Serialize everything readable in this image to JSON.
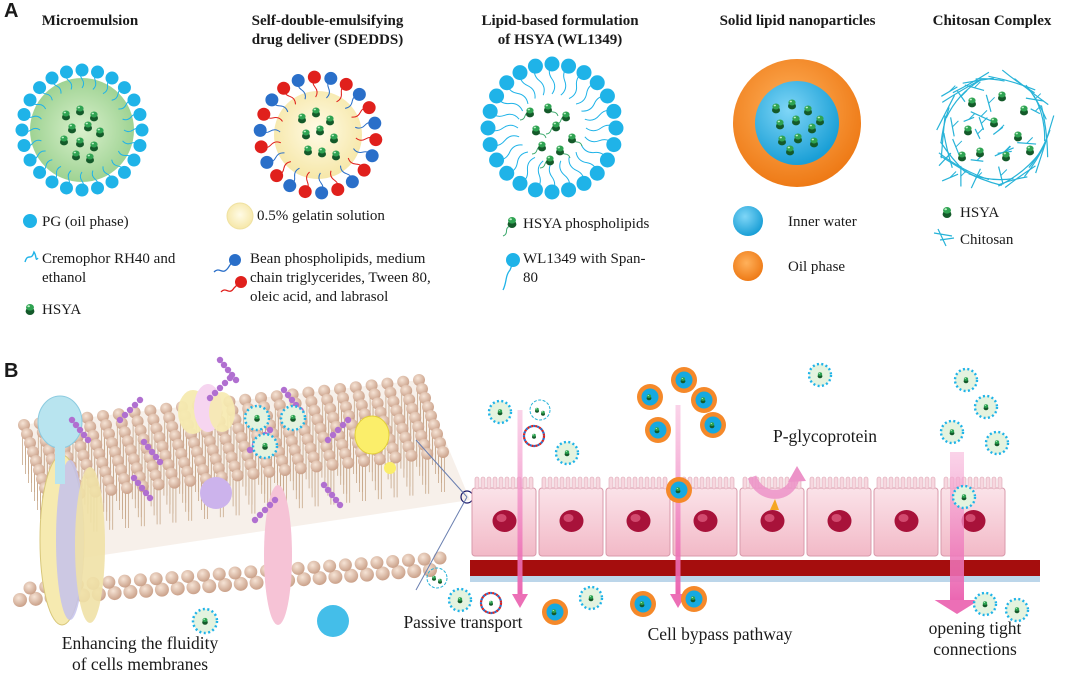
{
  "panel_a": {
    "label": "A",
    "titles": {
      "microemulsion": "Microemulsion",
      "sdedds_1": "Self-double-emulsifying",
      "sdedds_2": "drug deliver (SDEDDS)",
      "lipid_1": "Lipid-based formulation",
      "lipid_2": "of HSYA (WL1349)",
      "sln": "Solid lipid nanoparticles",
      "chitosan": "Chitosan Complex"
    },
    "legend": {
      "pg": "PG (oil phase)",
      "cremophor_1": "Cremophor RH40 and",
      "cremophor_2": "ethanol",
      "hsya": "HSYA",
      "gelatin": "0.5% gelatin solution",
      "bean_1": "Bean phospholipids, medium",
      "bean_2": "chain triglycerides, Tween 80,",
      "bean_3": "oleic acid, and labrasol",
      "hsya_phospholipids": "HSYA phospholipids",
      "wl_1": "WL1349 with Span-",
      "wl_2": "80",
      "inner_water": "Inner water",
      "oil_phase": "Oil phase",
      "chitosan_hsya": "HSYA",
      "chitosan": "Chitosan"
    }
  },
  "panel_b": {
    "label": "B",
    "membrane_caption_1": "Enhancing the fluidity",
    "membrane_caption_2": "of cells membranes",
    "passive_transport": "Passive transport",
    "cell_bypass": "Cell bypass pathway",
    "pgp": "P-glycoprotein",
    "tight_1": "opening tight",
    "tight_2": "connections"
  },
  "colors": {
    "pg_blue": "#1fb3e8",
    "green_core": "#bfe3b0",
    "gelatin": "#fbf3c6",
    "phospho_blue": "#2a6fc9",
    "phospho_red": "#e0201c",
    "sln_orange": "#f5892a",
    "sln_inner": "#16a9e0",
    "hsya_green": "#1e7a3c",
    "cell_pink": "#f7cfd8",
    "nucleus": "#a8123a",
    "basement_red": "#a50d0d",
    "arrow_pink": "#ee7fbf",
    "lipid_head": "#e6c3a6"
  }
}
